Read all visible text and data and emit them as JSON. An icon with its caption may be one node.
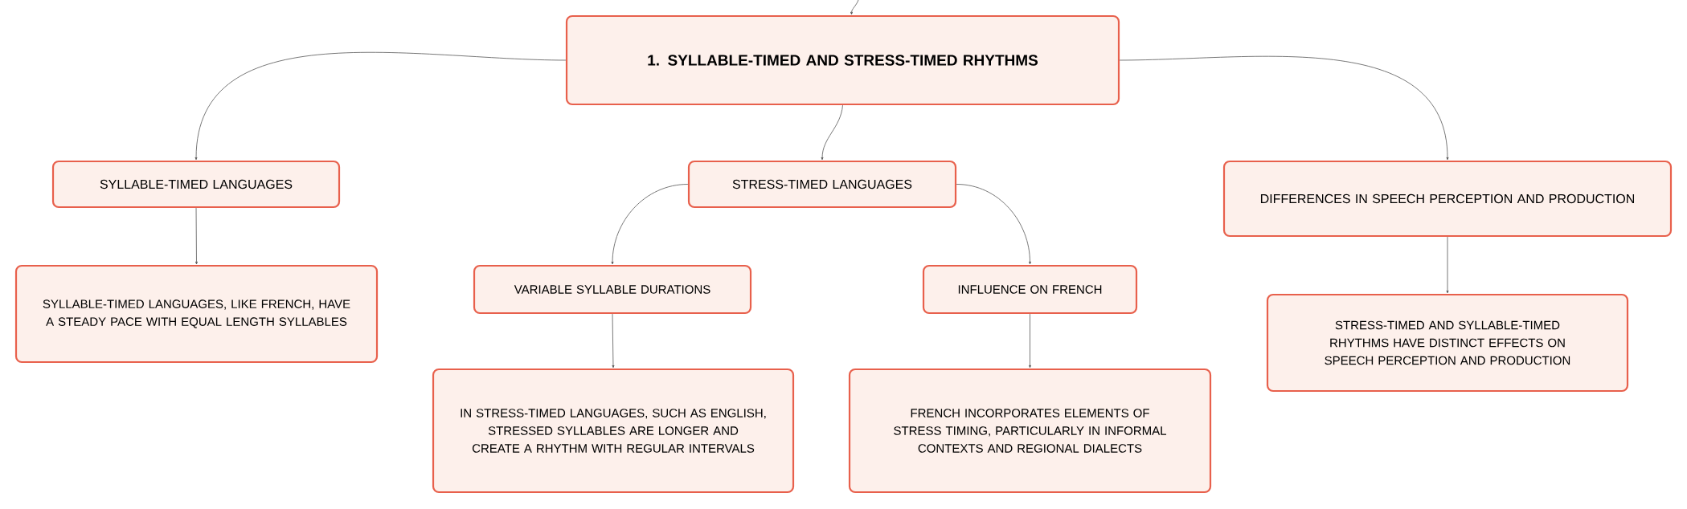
{
  "diagram": {
    "nodes": [
      {
        "text": [
          "1. SYLLABLE-TIMED AND STRESS-TIMED RHYTHMS"
        ]
      },
      {
        "text": [
          "SYLLABLE-TIMED LANGUAGES"
        ]
      },
      {
        "text": [
          "STRESS-TIMED LANGUAGES"
        ]
      },
      {
        "text": [
          "DIFFERENCES IN SPEECH PERCEPTION AND PRODUCTION"
        ]
      },
      {
        "text": [
          "SYLLABLE-TIMED LANGUAGES, LIKE FRENCH, HAVE A STEADY PACE WITH EQUAL LENGTH SYLLABLES"
        ]
      },
      {
        "text": [
          "VARIABLE SYLLABLE DURATIONS"
        ]
      },
      {
        "text": [
          "INFLUENCE ON FRENCH"
        ]
      },
      {
        "text": [
          "STRESS-TIMED AND SYLLABLE-TIMED RHYTHMS HAVE DISTINCT EFFECTS ON SPEECH PERCEPTION AND PRODUCTION"
        ]
      },
      {
        "text": [
          "IN STRESS-TIMED LANGUAGES, SUCH AS ENGLISH, STRESSED SYLLABLES ARE LONGER AND CREATE A RHYTHM WITH REGULAR INTERVALS"
        ]
      },
      {
        "text": [
          "FRENCH INCORPORATES ELEMENTS OF STRESS TIMING, PARTICULARLY IN INFORMAL CONTEXTS AND REGIONAL DIALECTS"
        ]
      }
    ],
    "edges": [
      {
        "from": null,
        "to": 0,
        "arrow": "to"
      },
      {
        "from": 0,
        "to": 1,
        "arrow": "to"
      },
      {
        "from": 0,
        "to": 2,
        "arrow": "to"
      },
      {
        "from": 0,
        "to": 3,
        "arrow": "to"
      },
      {
        "from": 1,
        "to": 4,
        "arrow": "to"
      },
      {
        "from": 2,
        "to": 5,
        "arrow": "to"
      },
      {
        "from": 2,
        "to": 6,
        "arrow": "to"
      },
      {
        "from": 5,
        "to": 8,
        "arrow": "to"
      },
      {
        "from": 6,
        "to": 9,
        "arrow": "to"
      },
      {
        "from": 3,
        "to": 7,
        "arrow": "to"
      }
    ]
  }
}
